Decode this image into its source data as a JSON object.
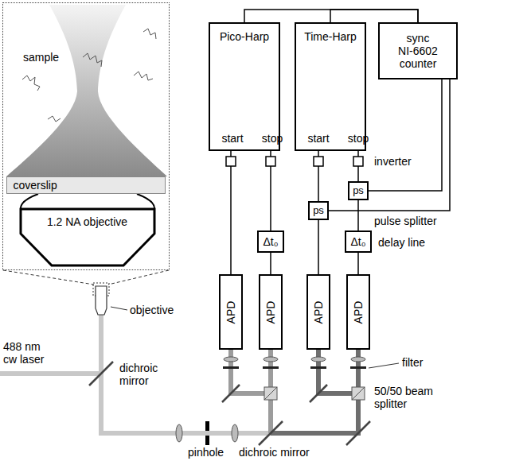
{
  "diagram": {
    "nodes": [
      {
        "text": [
          "sample"
        ]
      },
      {
        "text": [
          "coverslip"
        ],
        "in": 0
      },
      {
        "text": [
          "1.2 NA objective"
        ],
        "in": 0
      },
      {
        "text": [
          "Pico-Harp",
          "start",
          "stop"
        ]
      },
      {
        "text": [
          "Time-Harp",
          "start",
          "stop"
        ]
      },
      {
        "text": [
          "sync",
          "NI-6602 counter"
        ]
      },
      {
        "text": [
          "APD"
        ]
      },
      {
        "text": [
          "APD"
        ]
      },
      {
        "text": [
          "APD"
        ]
      },
      {
        "text": [
          "APD"
        ]
      },
      {
        "text": [
          "Δt₀"
        ]
      },
      {
        "text": [
          "Δt₀"
        ]
      },
      {
        "text": [
          "ps"
        ]
      },
      {
        "text": [
          "ps"
        ]
      }
    ],
    "edges": [
      {
        "from": 5,
        "to": 3,
        "arrow": "none"
      },
      {
        "from": 5,
        "to": 4,
        "arrow": "none"
      },
      {
        "from": 6,
        "to": 3,
        "arrow": "none"
      },
      {
        "from": 7,
        "to": 10,
        "arrow": "none"
      },
      {
        "from": 10,
        "to": 3,
        "arrow": "none"
      },
      {
        "from": 8,
        "to": 12,
        "arrow": "none"
      },
      {
        "from": 12,
        "to": 4,
        "arrow": "none"
      },
      {
        "from": 9,
        "to": 11,
        "arrow": "none"
      },
      {
        "from": 11,
        "to": 13,
        "arrow": "none"
      },
      {
        "from": 13,
        "to": 4,
        "arrow": "none"
      },
      {
        "from": 12,
        "to": 5,
        "arrow": "none"
      },
      {
        "from": 13,
        "to": 5,
        "arrow": "none"
      }
    ],
    "labels": [
      "488 nm cw laser",
      "dichroic mirror",
      "objective",
      "pinhole",
      "dichroic mirror",
      "filter",
      "50/50 beam splitter",
      "inverter",
      "pulse splitter",
      "delay line"
    ]
  }
}
